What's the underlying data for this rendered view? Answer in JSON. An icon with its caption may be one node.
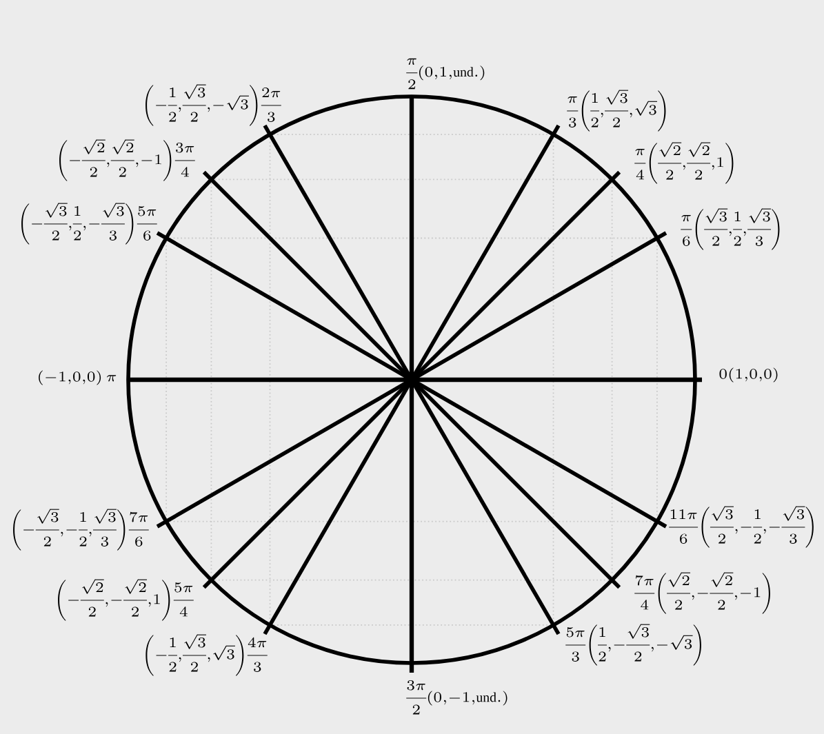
{
  "diagram": {
    "labels": [
      "\\frac{\\pi}{2}(0,1,\\mathrm{und.})",
      "\\left(-\\frac{1}{2},\\frac{\\sqrt{3}}{2},-\\sqrt{3}\\right)\\frac{2\\pi}{3}",
      "\\frac{\\pi}{3}\\left(\\frac{1}{2},\\frac{\\sqrt{3}}{2},\\sqrt{3}\\right)",
      "\\left(-\\frac{\\sqrt{2}}{2},\\frac{\\sqrt{2}}{2},-1\\right)\\frac{3\\pi}{4}",
      "\\frac{\\pi}{4}\\left(\\frac{\\sqrt{2}}{2},\\frac{\\sqrt{2}}{2},1\\right)",
      "\\left(-\\frac{\\sqrt{3}}{2},\\frac{1}{2},-\\frac{\\sqrt{3}}{3}\\right)\\frac{5\\pi}{6}",
      "\\frac{\\pi}{6}\\left(\\frac{\\sqrt{3}}{2},\\frac{1}{2},\\frac{\\sqrt{3}}{3}\\right)",
      "(-1,0,0)\\ \\pi",
      "0(1,0,0)",
      "\\left(-\\frac{\\sqrt{3}}{2},-\\frac{1}{2},\\frac{\\sqrt{3}}{3}\\right)\\frac{7\\pi}{6}",
      "\\frac{11\\pi}{6}\\left(\\frac{\\sqrt{3}}{2},-\\frac{1}{2},-\\frac{\\sqrt{3}}{3}\\right)",
      "\\left(-\\frac{\\sqrt{2}}{2},-\\frac{\\sqrt{2}}{2},1\\right)\\frac{5\\pi}{4}",
      "\\frac{7\\pi}{4}\\left(\\frac{\\sqrt{2}}{2},-\\frac{\\sqrt{2}}{2},-1\\right)",
      "\\left(-\\frac{1}{2},\\frac{\\sqrt{3}}{2},\\sqrt{3}\\right)\\frac{4\\pi}{3}",
      "\\frac{5\\pi}{3}\\left(\\frac{1}{2},-\\frac{\\sqrt{3}}{2},-\\sqrt{3}\\right)",
      "\\frac{3\\pi}{2}(0,-1,\\mathrm{und.})"
    ]
  }
}
